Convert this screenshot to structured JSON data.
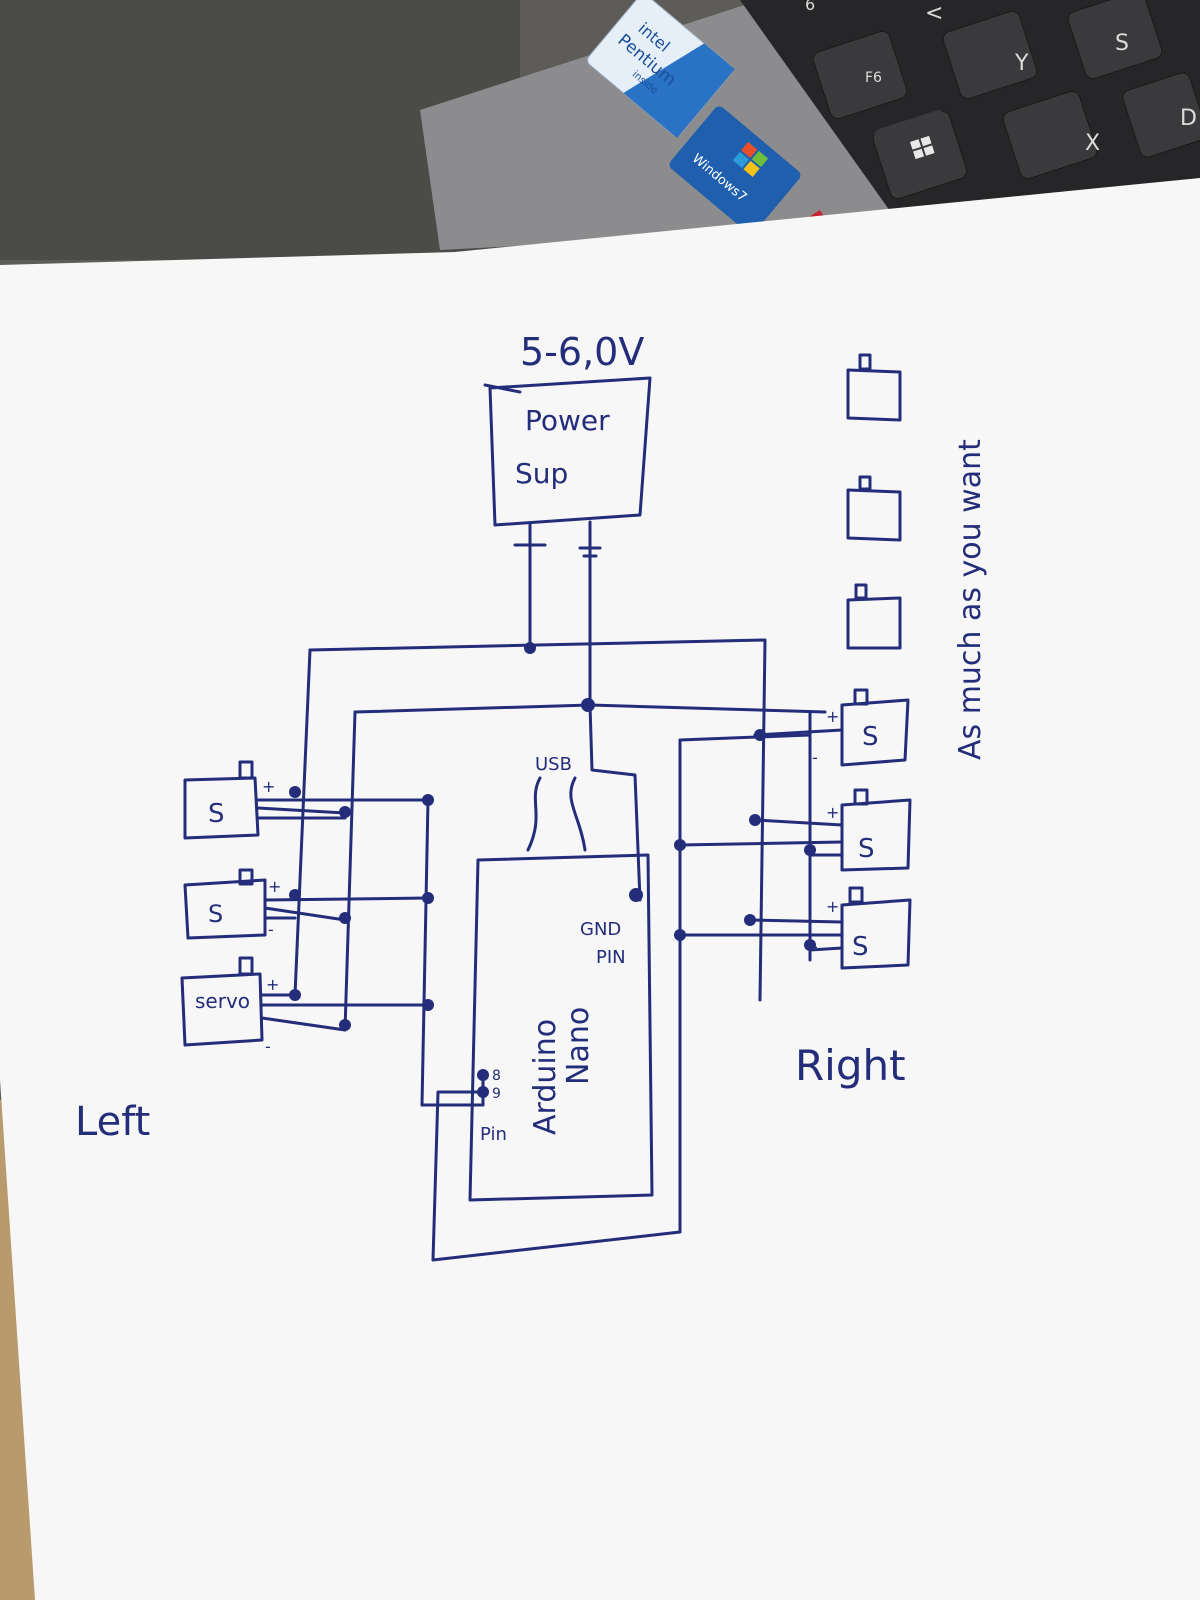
{
  "colors": {
    "ink": "#232d7a",
    "paper": "#f7f7f7",
    "desk": "#b89a6c",
    "laptop_body": "#8c8c8e",
    "keyboard": "#2a2a2c"
  },
  "background": {
    "laptop_sticker_intel_line1": "intel",
    "laptop_sticker_intel_line2": "Pentium",
    "laptop_sticker_intel_line3": "inside",
    "laptop_sticker_windows": "Windows7",
    "keys": [
      "Y",
      "X",
      "S",
      "F6",
      "6",
      "<",
      "D"
    ]
  },
  "schematic": {
    "voltage": "5-6,0V",
    "power_supply_line1": "Power",
    "power_supply_line2": "Sup",
    "usb": "USB",
    "arduino_line1": "Arduino",
    "arduino_line2": "Nano",
    "gnd_pin_line1": "GND",
    "gnd_pin_line2": "PIN",
    "pin_8": "8",
    "pin_9": "9",
    "pin_label": "Pin",
    "left_label": "Left",
    "right_label": "Right",
    "note": "As much as you want",
    "servo_short": "S",
    "servo_full": "servo",
    "plus": "+",
    "minus": "-"
  }
}
